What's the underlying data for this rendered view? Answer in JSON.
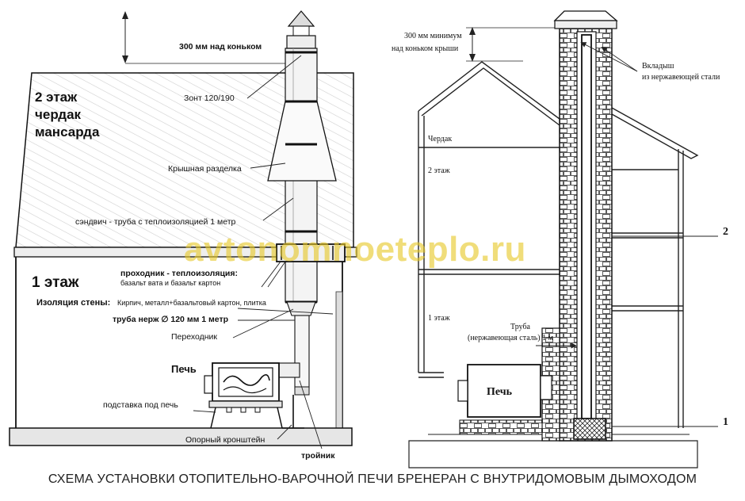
{
  "left": {
    "roof_height_label": "300 мм над коньком",
    "cap_label": "Зонт 120/190",
    "floor2_title": [
      "2 этаж",
      "чердак",
      "мансарда"
    ],
    "roof_cut_label": "Крышная разделка",
    "sandwich_label": "сэндвич - труба с теплоизоляцией 1 метр",
    "floor1_title": "1 этаж",
    "passage_label": "проходник - теплоизоляция:",
    "passage_sub": "базальт вата и базальт картон",
    "wall_insulation_label": "Изоляция стены:",
    "wall_insulation_sub": "Кирпич, металл+базальтовый картон, плитка",
    "pipe_label": "труба нерж ∅ 120 мм 1 метр",
    "adapter_label": "Переходник",
    "stove_label": "Печь",
    "stand_label": "подставка под печь",
    "bracket_label": "Опорный кронштейн",
    "tee_label": "тройник"
  },
  "right": {
    "height_label": [
      "300 мм минимум",
      "над коньком крыши"
    ],
    "liner_label": [
      "Вкладыш",
      "из нержавеющей стали"
    ],
    "attic_label": "Чердак",
    "floor2_label": "2 этаж",
    "floor1_label": "1 этаж",
    "pipe_label": [
      "Труба",
      "(нержавеющая сталь) 1 м"
    ],
    "stove_label": "Печь",
    "marker_2": "2",
    "marker_1": "1"
  },
  "watermark": "avtonomnoeteplo.ru",
  "caption": "СХЕМА УСТАНОВКИ ОТОПИТЕЛЬНО-ВАРОЧНОЙ ПЕЧИ БРЕНЕРАН С ВНУТРИДОМОВЫМ ДЫМОХОДОМ"
}
